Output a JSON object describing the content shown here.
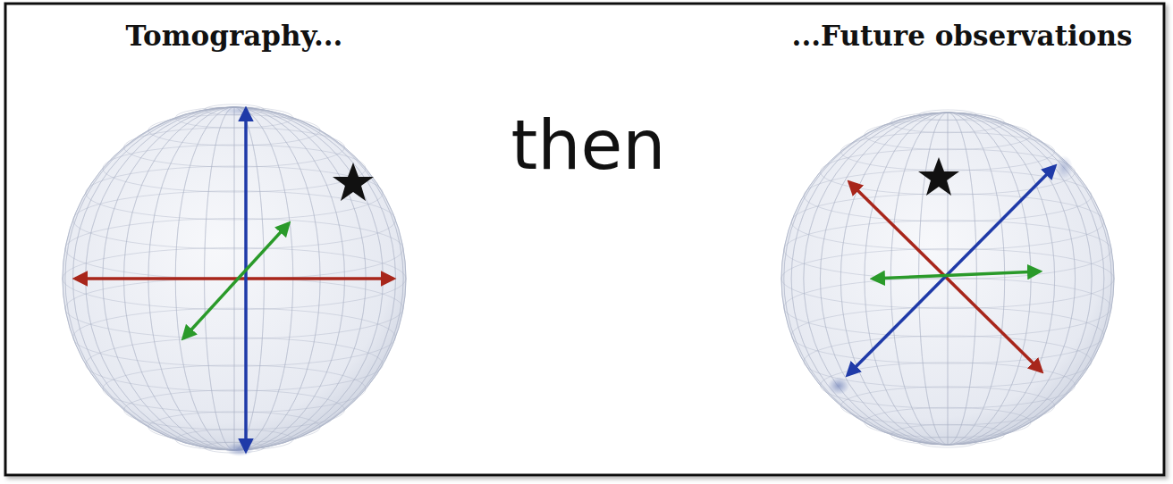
{
  "diagram": {
    "labels": [
      "Tomography...",
      "...Future observations",
      "then"
    ]
  }
}
